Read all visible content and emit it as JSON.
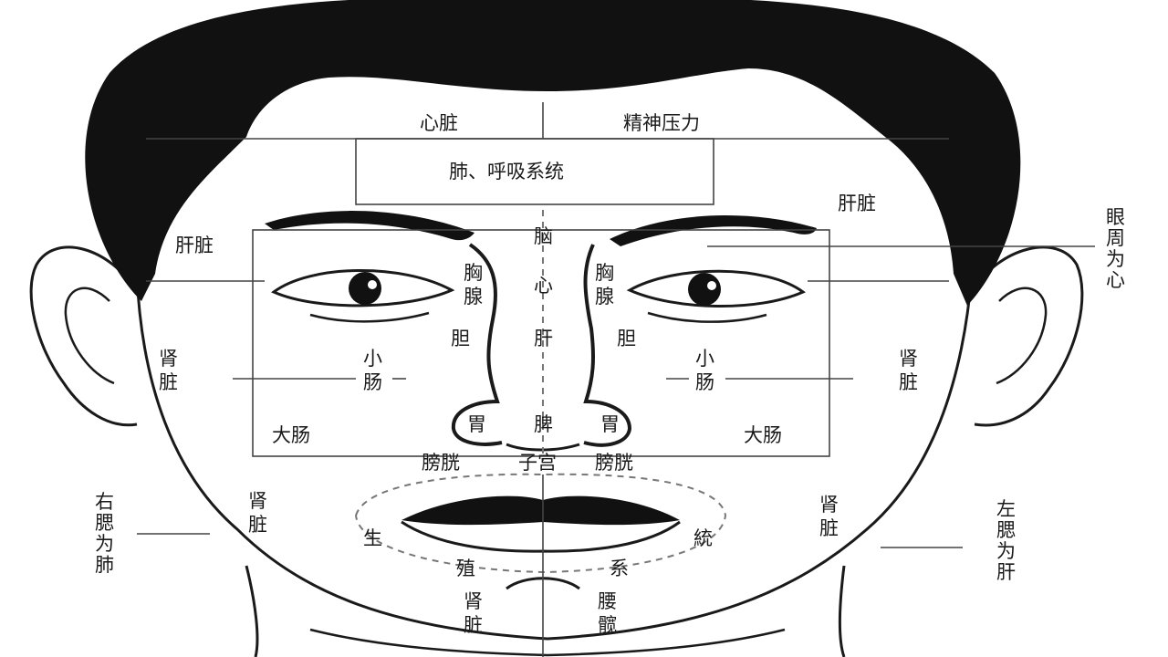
{
  "labels": {
    "heart_forehead": "心脏",
    "mental_stress": "精神压力",
    "lung_respiratory": "肺、呼吸系统",
    "liver_upper_right": "肝脏",
    "liver_upper_left": "肝脏",
    "eye_area_heart": "眼周为心",
    "brain": "脑",
    "chest_left": "胸腺",
    "chest_right": "胸腺",
    "heart_center": "心",
    "gallbladder_left": "胆",
    "liver_center": "肝",
    "gallbladder_right": "胆",
    "kidney_left": "肾脏",
    "small_intestine_left": "小肠",
    "small_intestine_right": "小肠",
    "kidney_right": "肾脏",
    "stomach_left": "胃",
    "spleen": "脾",
    "stomach_right": "胃",
    "large_intestine_left": "大肠",
    "large_intestine_right": "大肠",
    "bladder_left": "膀胱",
    "uterus": "子宫",
    "bladder_right": "膀胱",
    "right_cheek_lung": "右腮为肺",
    "kidney_lower_left": "肾脏",
    "kidney_lower_right": "肾脏",
    "left_cheek_liver": "左腮为肝",
    "reproductive": [
      "生",
      "殖",
      "系",
      "統"
    ],
    "kidney_chin": "肾脏",
    "waist_chin": "腰髋"
  }
}
